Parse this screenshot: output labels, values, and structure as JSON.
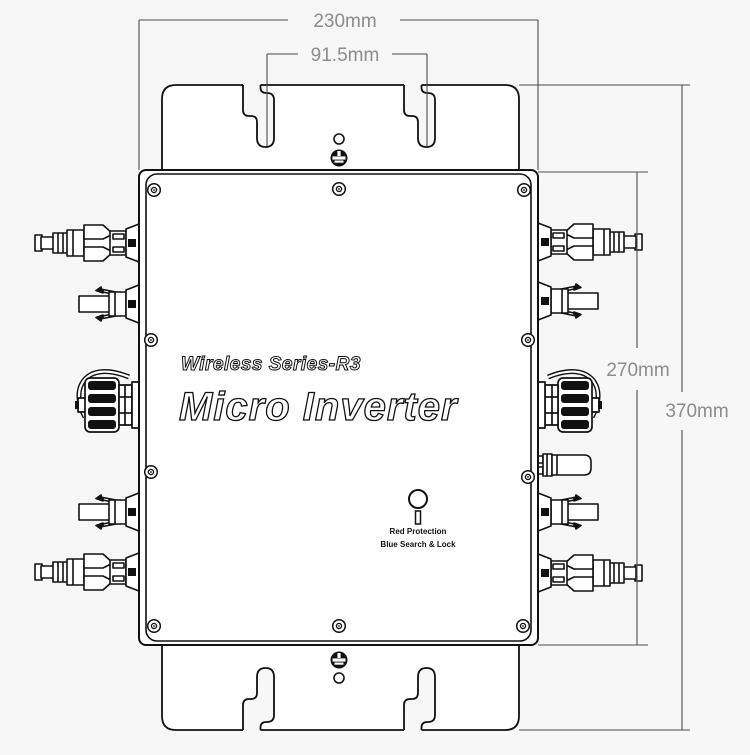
{
  "product": {
    "series_label": "Wireless Series-R3",
    "name_label": "Micro Inverter",
    "button_caption_line1": "Red Protection",
    "button_caption_line2": "Blue Search & Lock"
  },
  "dimensions": {
    "overall_width": "230mm",
    "mount_slot_spacing": "91.5mm",
    "body_height": "270mm",
    "overall_height": "370mm"
  },
  "colors": {
    "background": "#f7f7f7",
    "outline": "#1a1a1a",
    "dimension_line": "#4d4d4d",
    "dimension_text": "#8c8c8c"
  }
}
